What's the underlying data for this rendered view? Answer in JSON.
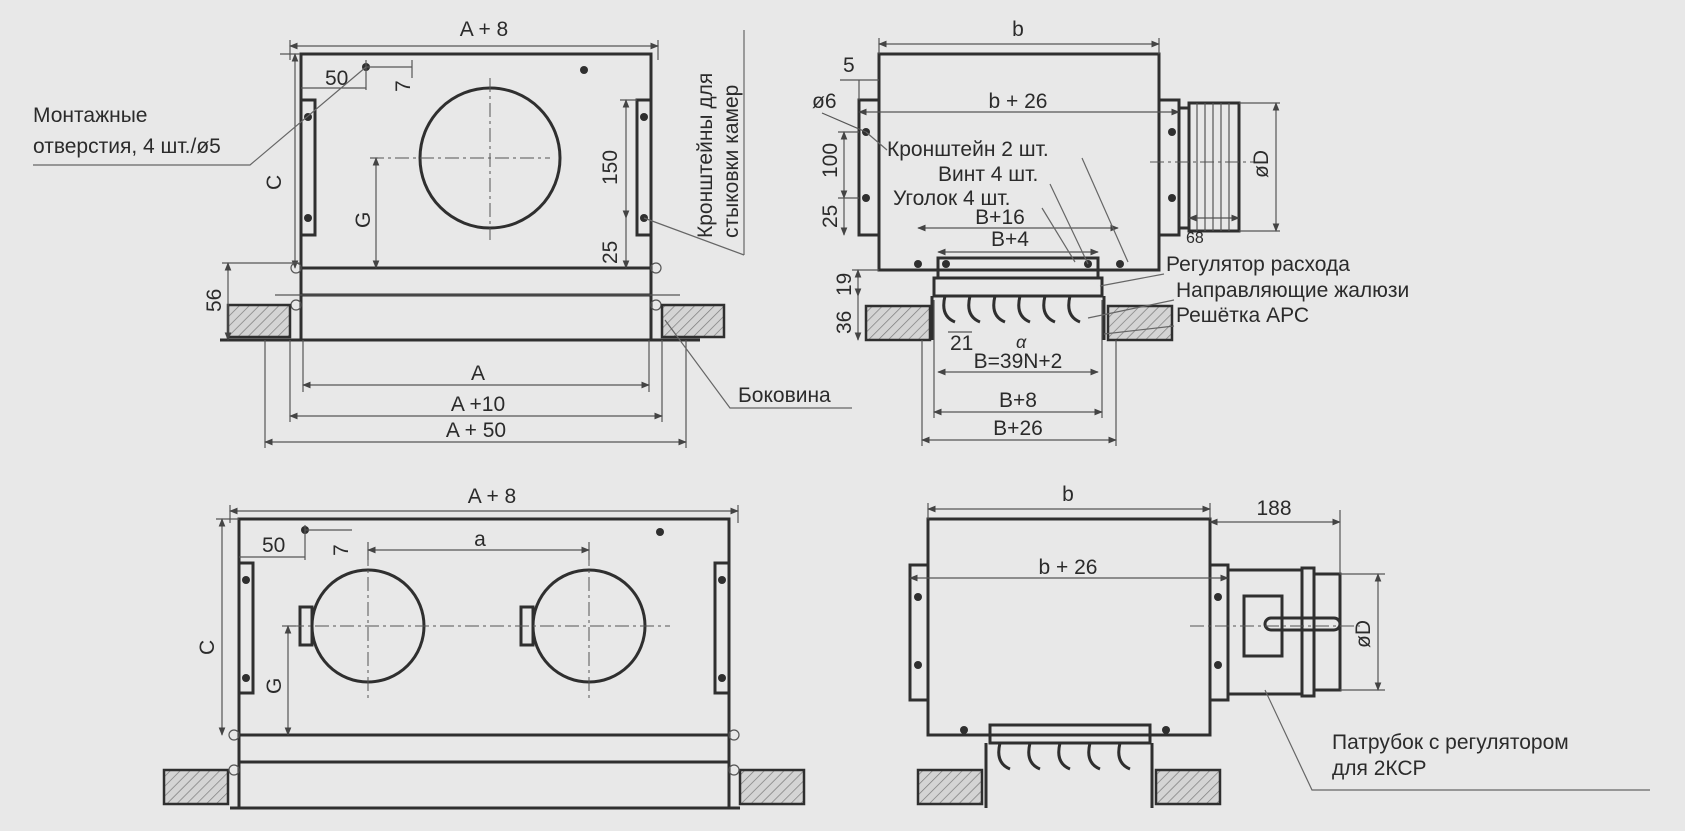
{
  "dims": {
    "a_plus_8": "A + 8",
    "a": "A",
    "a_plus_10": "A +10",
    "a_plus_50": "A + 50",
    "d50": "50",
    "d7": "7",
    "d150": "150",
    "d25": "25",
    "d56": "56",
    "c": "C",
    "g": "G",
    "b": "b",
    "b_plus_26": "b + 26",
    "d5": "5",
    "phi6": "ø6",
    "d100": "100",
    "phiD": "øD",
    "d68": "68",
    "b_plus_16": "B+16",
    "b_plus_4": "B+4",
    "d19": "19",
    "d36": "36",
    "d21": "21",
    "alpha": "α",
    "b_formula": "B=39N+2",
    "b_plus_8": "B+8",
    "b_plus_26_cap": "B+26",
    "small_a": "a",
    "d188": "188"
  },
  "labels": {
    "mount_holes_1": "Монтажные",
    "mount_holes_2": "отверстия, 4 шт./ø5",
    "brackets_chambers_1": "Кронштейны для",
    "brackets_chambers_2": "стыковки камер",
    "side_wall": "Боковина",
    "bracket": "Кронштейн 2 шт.",
    "screw": "Винт 4 шт.",
    "angle": "Уголок 4 шт.",
    "flow_regulator": "Регулятор расхода",
    "louvers": "Направляющие жалюзи",
    "grille": "Решётка АРС",
    "nozzle_1": "Патрубок с регулятором",
    "nozzle_2": "для 2КСР"
  },
  "colors": {
    "background": "#e8e8e8",
    "line": "#2f2f2f",
    "text": "#2b2b2b"
  }
}
